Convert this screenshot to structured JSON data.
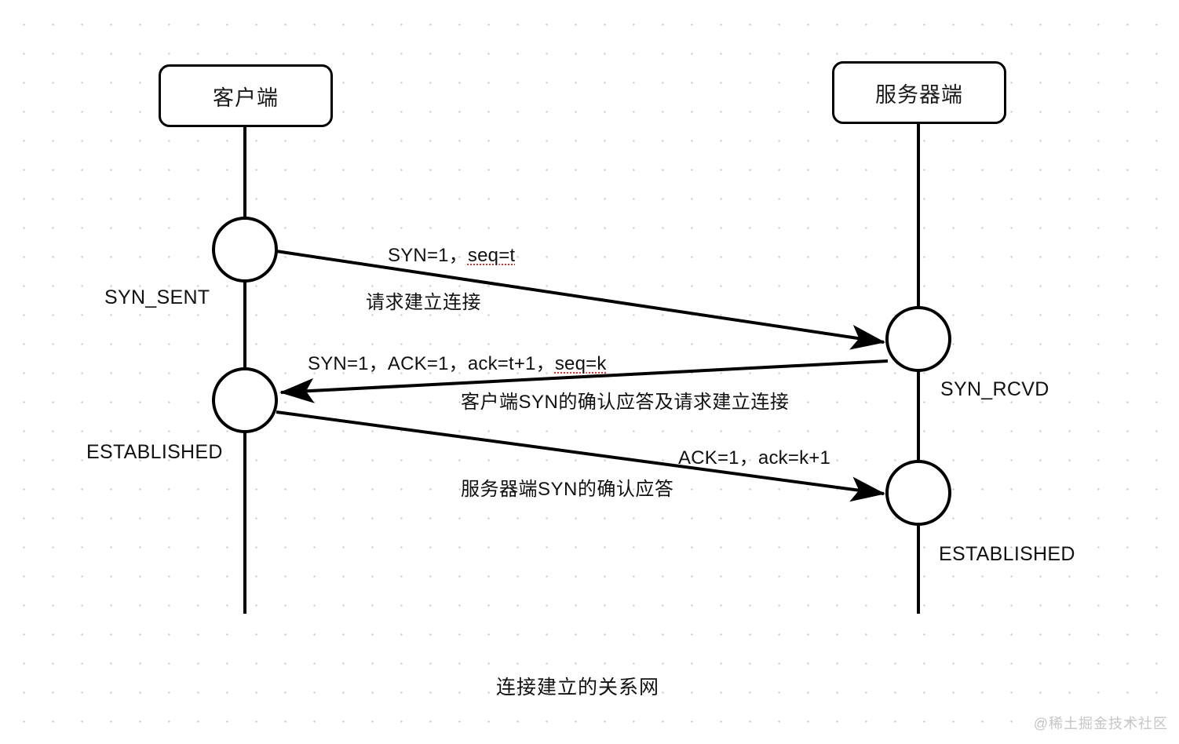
{
  "diagram": {
    "title": "连接建立的关系网",
    "watermark": "@稀土掘金技术社区",
    "stroke_color": "#000000",
    "background_color": "#ffffff",
    "grid_dot_color": "#c9c9c9",
    "spellcheck_underline_color": "#e03030"
  },
  "participants": [
    {
      "id": "client",
      "label": "客户端"
    },
    {
      "id": "server",
      "label": "服务器端"
    }
  ],
  "states": [
    {
      "id": "client-syn-sent",
      "label": "SYN_SENT",
      "side": "client"
    },
    {
      "id": "client-established",
      "label": "ESTABLISHED",
      "side": "client"
    },
    {
      "id": "server-syn-rcvd",
      "label": "SYN_RCVD",
      "side": "server"
    },
    {
      "id": "server-established",
      "label": "ESTABLISHED",
      "side": "server"
    }
  ],
  "messages": [
    {
      "id": "msg-1",
      "direction": "client-to-server",
      "flags": "SYN=1，",
      "seq": "seq=t",
      "seq_spellchecked": true,
      "description": "请求建立连接"
    },
    {
      "id": "msg-2",
      "direction": "server-to-client",
      "flags": "SYN=1，ACK=1，ack=t+1，",
      "seq": "seq=k",
      "seq_spellchecked": true,
      "description": "客户端SYN的确认应答及请求建立连接"
    },
    {
      "id": "msg-3",
      "direction": "client-to-server",
      "flags": "ACK=1，ack=k+1",
      "seq": "",
      "seq_spellchecked": false,
      "description": "服务器端SYN的确认应答"
    }
  ]
}
